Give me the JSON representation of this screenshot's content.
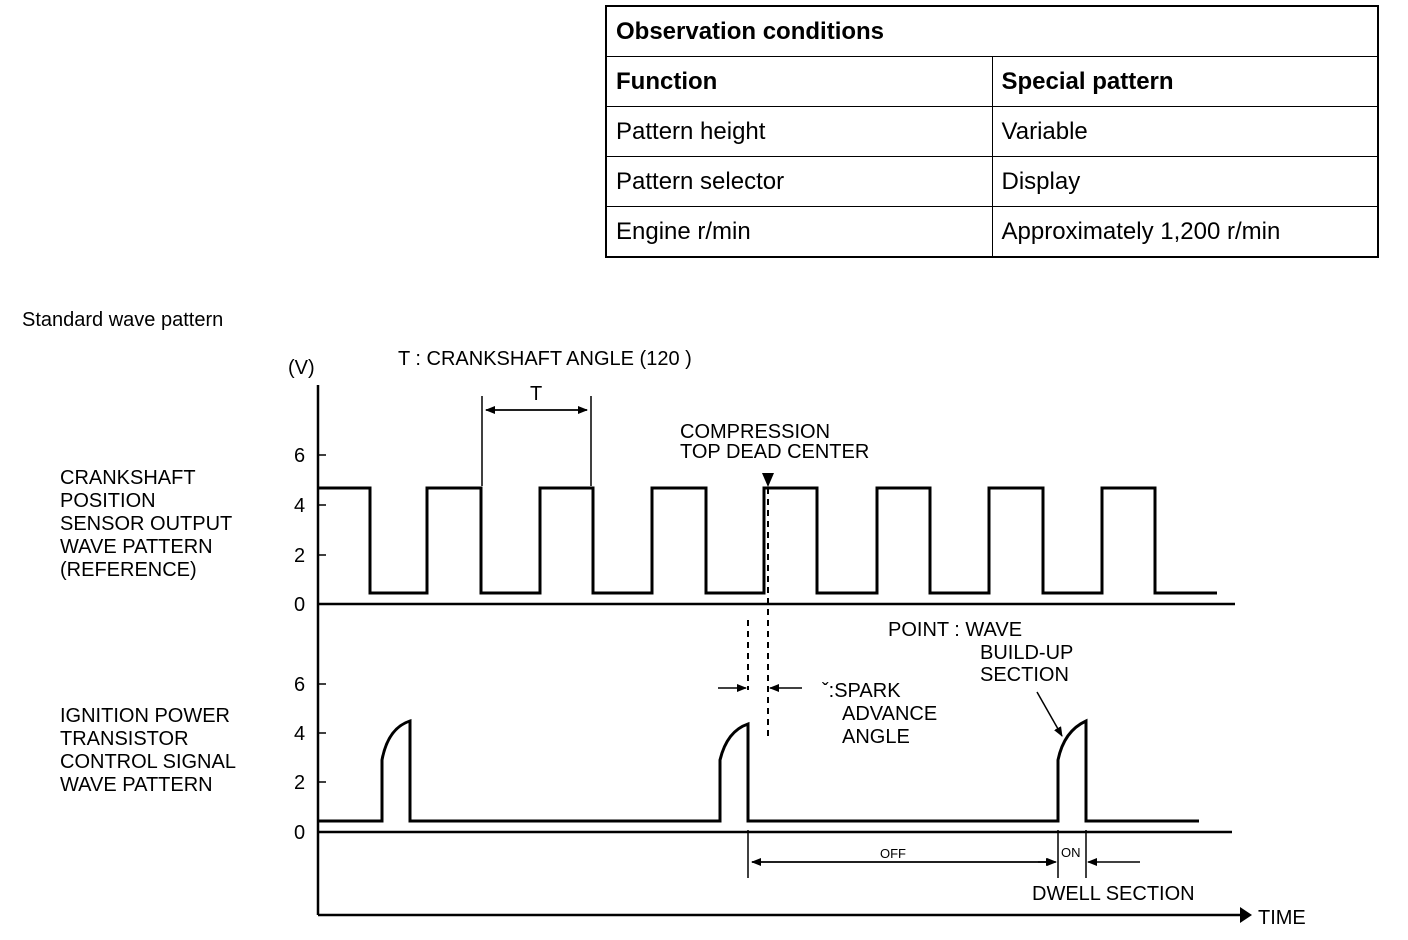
{
  "table": {
    "caption": "Observation conditions",
    "header": [
      "Function",
      "Special pattern"
    ],
    "rows": [
      [
        "Pattern height",
        "Variable"
      ],
      [
        "Pattern selector",
        "Display"
      ],
      [
        "Engine r/min",
        "Approximately 1,200 r/min"
      ]
    ]
  },
  "diagram": {
    "section_title": "Standard wave pattern",
    "unit_label": "(V)",
    "t_legend": "T : CRANKSHAFT ANGLE (120    )",
    "t_label": "T",
    "tdc_label_line1": "COMPRESSION",
    "tdc_label_line2": "TOP DEAD CENTER",
    "crank_label_lines": [
      "CRANKSHAFT",
      "POSITION",
      "SENSOR OUTPUT",
      "WAVE PATTERN",
      "(REFERENCE)"
    ],
    "ign_label_lines": [
      "IGNITION POWER",
      "TRANSISTOR",
      "CONTROL SIGNAL",
      "WAVE PATTERN"
    ],
    "crank_ticks": [
      "6",
      "4",
      "2",
      "0"
    ],
    "ign_ticks": [
      "6",
      "4",
      "2",
      "0"
    ],
    "point_line1": "POINT : WAVE",
    "point_line2": "BUILD-UP",
    "point_line3": "SECTION",
    "spark_line1": "ˇ:SPARK",
    "spark_line2": "ADVANCE",
    "spark_line3": "ANGLE",
    "off_label": "OFF",
    "on_label": "ON",
    "dwell_label": "DWELL SECTION",
    "time_label": "TIME"
  }
}
